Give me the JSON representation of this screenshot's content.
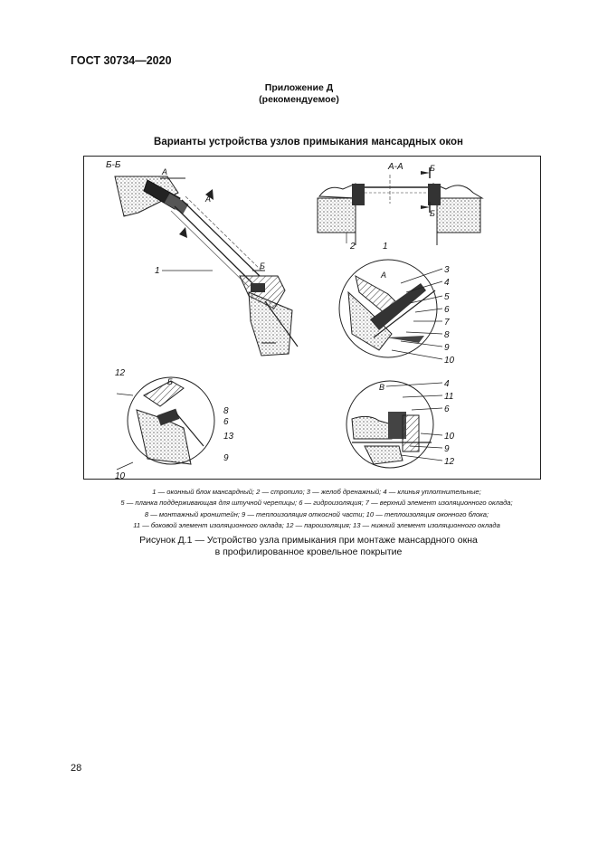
{
  "header": {
    "standard": "ГОСТ 30734—2020"
  },
  "appendix": {
    "title": "Приложение Д",
    "subtitle": "(рекомендуемое)"
  },
  "figure_title": "Варианты устройства узлов примыкания мансардных окон",
  "figure": {
    "section_labels": {
      "bb": "Б-Б",
      "aa": "А-А",
      "a_main": "А",
      "a_main2": "А",
      "b_main": "Б",
      "b_sec": "Б",
      "b_sec2": "Б",
      "a_detail": "А",
      "b_detail": "Б",
      "v_detail": "В"
    },
    "callouts": {
      "top_left_1": "1",
      "top_right_2": "2",
      "top_right_1": "1",
      "right_a": [
        "3",
        "4",
        "5",
        "6",
        "7",
        "8",
        "9",
        "10"
      ],
      "left_b": [
        "12",
        "8",
        "6",
        "13",
        "9",
        "10"
      ],
      "right_v": [
        "4",
        "11",
        "6",
        "10",
        "9",
        "12"
      ]
    }
  },
  "legend": [
    "1 — оконный блок мансардный; 2 — стропило; 3 — желоб дренажный; 4 — клинья уплотнительные;",
    "5 — планка поддерживающая для штучной черепицы; 6 — гидроизоляция; 7 — верхний элемент изоляционного оклада;",
    "8 — монтажный кронштейн; 9 — теплоизоляция откосной части; 10 — теплоизоляция оконного блока;",
    "11 — боковой элемент изоляционного оклада; 12 — пароизоляция; 13 — нижний элемент изоляционного оклада"
  ],
  "caption": {
    "line1": "Рисунок Д.1 — Устройство узла примыкания при монтаже мансардного окна",
    "line2": "в профилированное кровельное покрытие"
  },
  "page_number": "28"
}
